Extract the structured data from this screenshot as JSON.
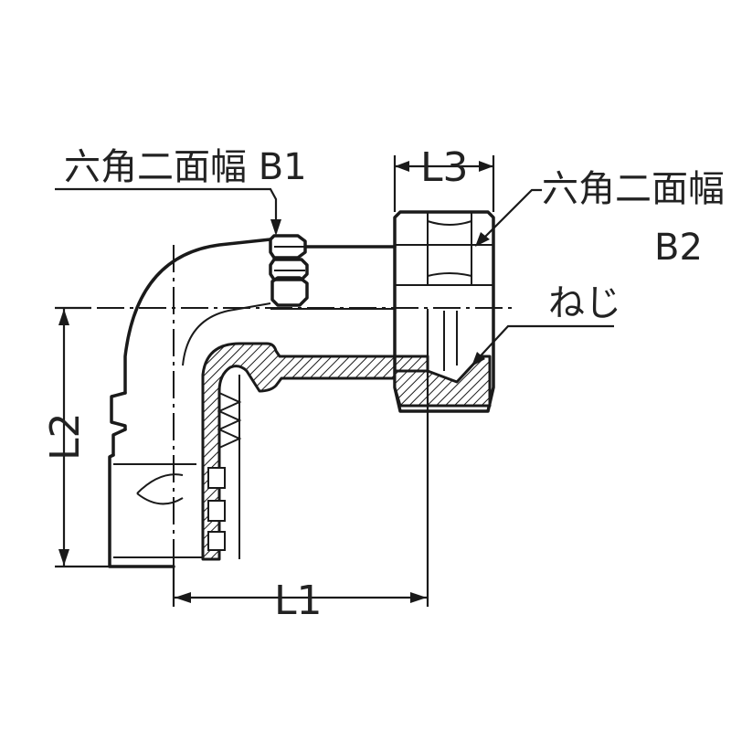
{
  "labels": {
    "hex_b1": "六角二面幅 B1",
    "hex_b2_line1": "六角二面幅",
    "hex_b2_line2": "B2",
    "thread": "ねじ",
    "l1": "L1",
    "l2": "L2",
    "l3": "L3"
  },
  "colors": {
    "line": "#1a1a1a",
    "background": "#ffffff"
  }
}
